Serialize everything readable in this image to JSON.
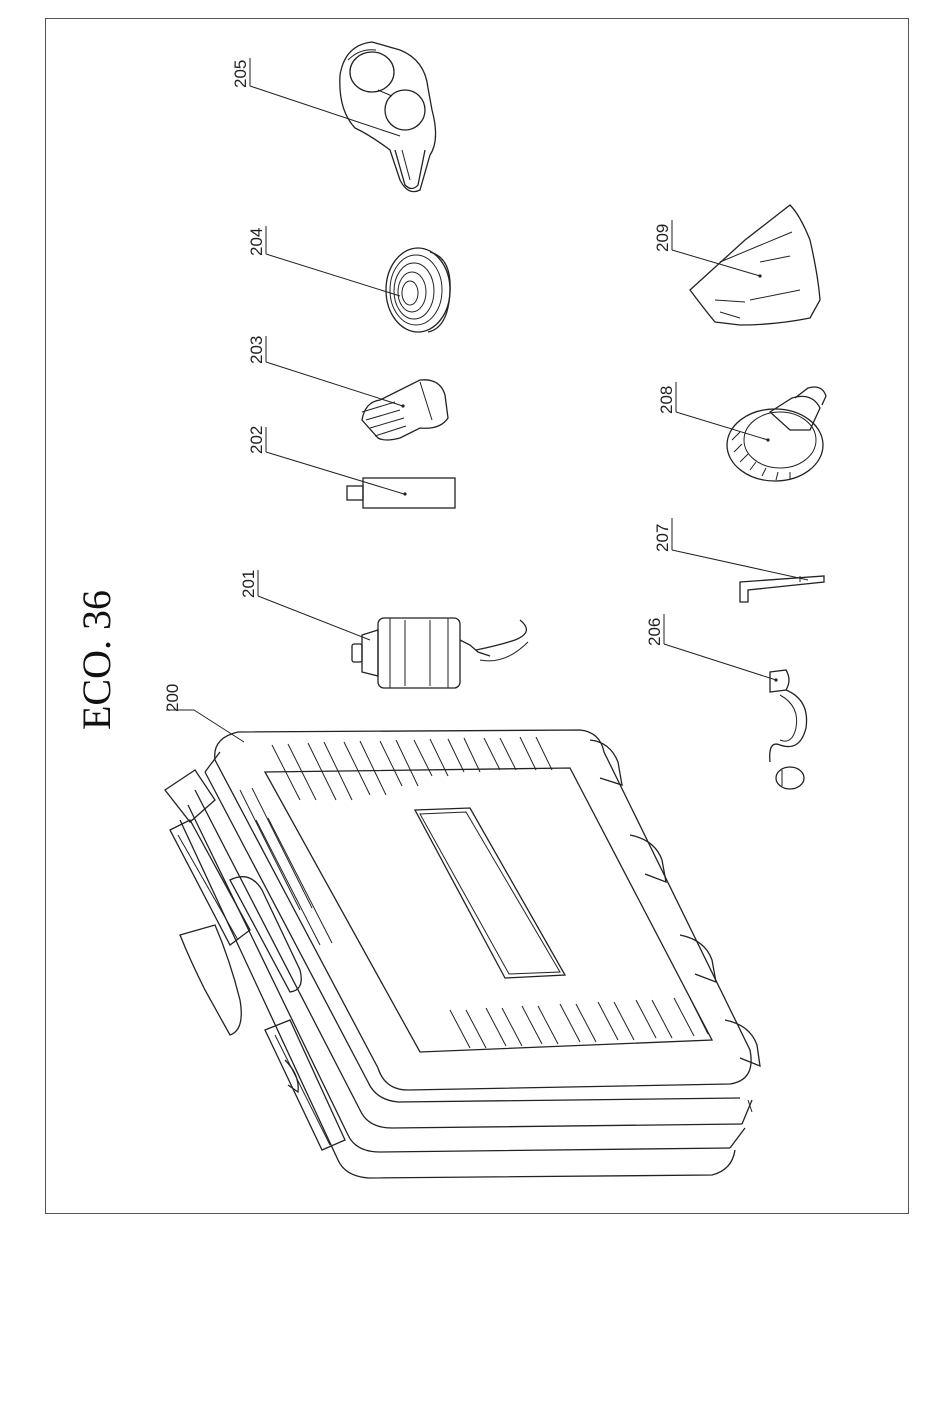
{
  "title": "ECO. 36",
  "parts": [
    {
      "id": "200",
      "label": "200"
    },
    {
      "id": "201",
      "label": "201"
    },
    {
      "id": "202",
      "label": "202"
    },
    {
      "id": "203",
      "label": "203"
    },
    {
      "id": "204",
      "label": "204"
    },
    {
      "id": "205",
      "label": "205"
    },
    {
      "id": "206",
      "label": "206"
    },
    {
      "id": "207",
      "label": "207"
    },
    {
      "id": "208",
      "label": "208"
    },
    {
      "id": "209",
      "label": "209"
    }
  ]
}
